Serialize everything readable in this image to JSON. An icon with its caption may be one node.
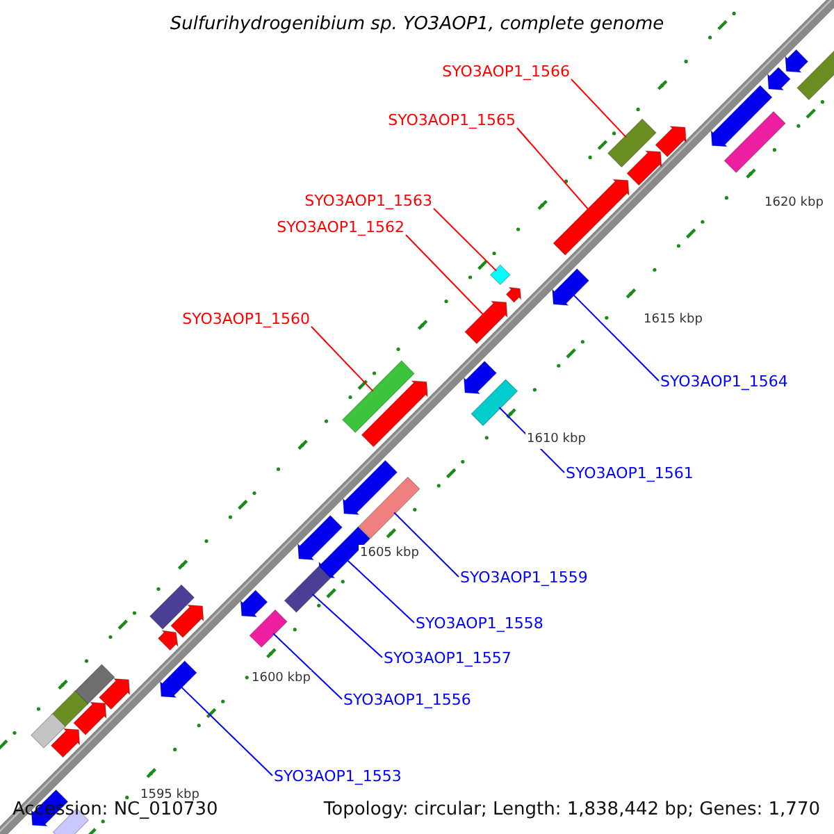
{
  "diagram": {
    "title": "Sulfurihydrogenibium sp. YO3AOP1, complete genome",
    "nodes": [
      {
        "text": [
          "SYO3AOP1_1566"
        ]
      },
      {
        "text": [],
        "shape": "box"
      },
      {
        "text": [
          "SYO3AOP1_1565"
        ]
      },
      {
        "text": [],
        "shape": "arrow"
      },
      {
        "text": [
          "SYO3AOP1_1563"
        ]
      },
      {
        "text": [],
        "shape": "diamond"
      },
      {
        "text": [
          "SYO3AOP1_1562"
        ]
      },
      {
        "text": [],
        "shape": "arrow"
      },
      {
        "text": [
          "SYO3AOP1_1560"
        ]
      },
      {
        "text": [],
        "shape": "box"
      },
      {
        "text": [
          "SYO3AOP1_1564"
        ]
      },
      {
        "text": [],
        "shape": "arrow"
      },
      {
        "text": [
          "SYO3AOP1_1561"
        ]
      },
      {
        "text": [],
        "shape": "box"
      },
      {
        "text": [
          "SYO3AOP1_1559"
        ]
      },
      {
        "text": [],
        "shape": "box"
      },
      {
        "text": [
          "SYO3AOP1_1558"
        ]
      },
      {
        "text": [],
        "shape": "arrow"
      },
      {
        "text": [
          "SYO3AOP1_1557"
        ]
      },
      {
        "text": [],
        "shape": "box"
      },
      {
        "text": [
          "SYO3AOP1_1556"
        ]
      },
      {
        "text": [],
        "shape": "box"
      },
      {
        "text": [
          "SYO3AOP1_1553"
        ]
      },
      {
        "text": [],
        "shape": "arrow"
      },
      {
        "text": [],
        "shape": "box"
      },
      {
        "text": [],
        "shape": "arrow"
      },
      {
        "text": [],
        "shape": "arrow"
      },
      {
        "text": [],
        "shape": "arrow"
      },
      {
        "text": [],
        "shape": "box"
      },
      {
        "text": [],
        "shape": "arrow"
      },
      {
        "text": [],
        "shape": "arrow"
      },
      {
        "text": [],
        "shape": "arrow"
      },
      {
        "text": [],
        "shape": "arrow"
      },
      {
        "text": [],
        "shape": "arrow"
      },
      {
        "text": [],
        "shape": "arrow"
      },
      {
        "text": [],
        "shape": "arrow"
      },
      {
        "text": [],
        "shape": "arrow"
      },
      {
        "text": [],
        "shape": "arrow"
      },
      {
        "text": [],
        "shape": "box"
      },
      {
        "text": [],
        "shape": "arrow"
      },
      {
        "text": [],
        "shape": "arrow"
      },
      {
        "text": [],
        "shape": "box"
      },
      {
        "text": [],
        "shape": "arrow"
      },
      {
        "text": [],
        "shape": "box"
      },
      {
        "text": [],
        "shape": "arrow"
      },
      {
        "text": [],
        "shape": "box"
      },
      {
        "text": [],
        "shape": "box"
      },
      {
        "text": [],
        "shape": "arrow"
      }
    ],
    "edges": [
      {
        "from": 0,
        "to": 1,
        "arrow": "none",
        "color": "#ff0000"
      },
      {
        "from": 2,
        "to": 3,
        "arrow": "none",
        "color": "#ff0000"
      },
      {
        "from": 4,
        "to": 5,
        "arrow": "none",
        "color": "#ff0000"
      },
      {
        "from": 6,
        "to": 7,
        "arrow": "none",
        "color": "#ff0000"
      },
      {
        "from": 8,
        "to": 9,
        "arrow": "none",
        "color": "#ff0000"
      },
      {
        "from": 10,
        "to": 11,
        "arrow": "none"
      },
      {
        "from": 12,
        "to": 13,
        "arrow": "none"
      },
      {
        "from": 14,
        "to": 15,
        "arrow": "none"
      },
      {
        "from": 16,
        "to": 17,
        "arrow": "none"
      },
      {
        "from": 18,
        "to": 19,
        "arrow": "none"
      },
      {
        "from": 20,
        "to": 21,
        "arrow": "none"
      },
      {
        "from": 22,
        "to": 23,
        "arrow": "none"
      }
    ],
    "labels": [
      "1620 kbp",
      "1615 kbp",
      "1610 kbp",
      "1605 kbp",
      "1600 kbp",
      "1595 kbp",
      "Accession: NC_010730",
      "Topology: circular; Length: 1,838,442 bp; Genes: 1,770"
    ]
  }
}
